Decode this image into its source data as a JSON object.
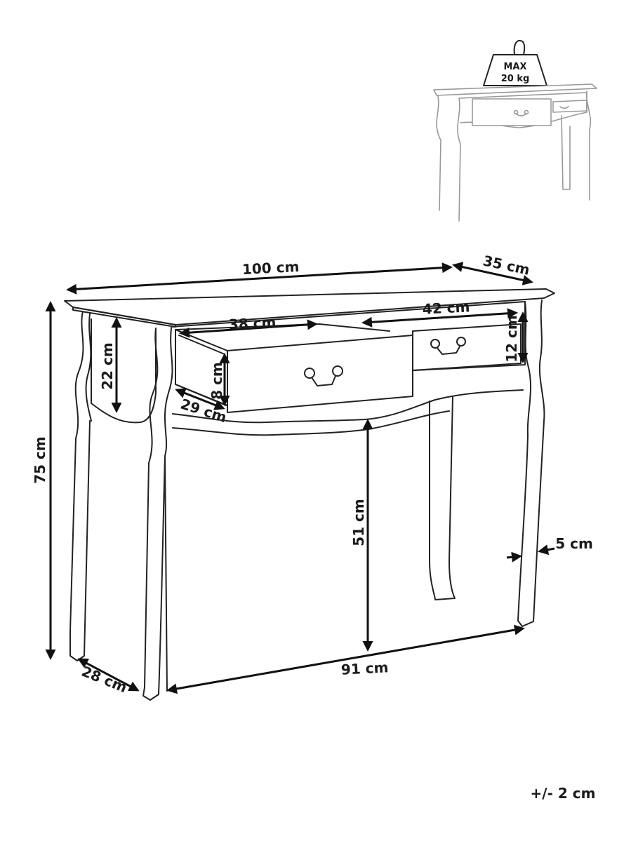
{
  "colors": {
    "line": "#222222",
    "ghost_line": "#999999",
    "text": "#1a1a1a",
    "background": "#ffffff"
  },
  "weight_badge": {
    "line1": "MAX",
    "line2": "20 kg"
  },
  "dimensions": {
    "width": "100 cm",
    "depth": "35 cm",
    "drawer_left_width": "38 cm",
    "drawer_right_width": "42 cm",
    "apron_height": "22 cm",
    "drawer_front_height": "12 cm",
    "drawer_inner_height": "8 cm",
    "drawer_depth": "29 cm",
    "total_height": "75 cm",
    "knee_clearance_height": "51 cm",
    "leg_thickness": "5 cm",
    "inner_width": "91 cm",
    "inner_depth": "28 cm"
  },
  "tolerance": "+/- 2 cm"
}
